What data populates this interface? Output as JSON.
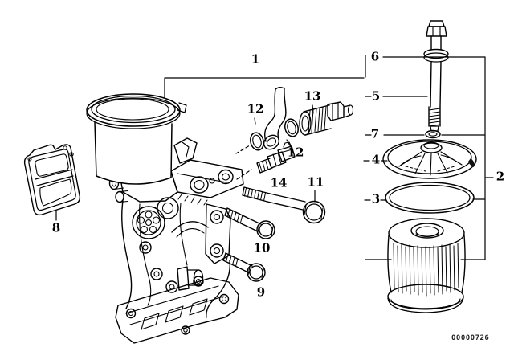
{
  "colors": {
    "background": "#ffffff",
    "line": "#000000"
  },
  "diagram": {
    "watermark": "00000726",
    "callouts": [
      {
        "label": "1"
      },
      {
        "label": "2"
      },
      {
        "label": "3"
      },
      {
        "label": "4"
      },
      {
        "label": "5"
      },
      {
        "label": "6"
      },
      {
        "label": "7"
      },
      {
        "label": "8"
      },
      {
        "label": "9"
      },
      {
        "label": "10"
      },
      {
        "label": "11"
      },
      {
        "label": "12"
      },
      {
        "label": "12"
      },
      {
        "label": "13"
      },
      {
        "label": "14"
      }
    ]
  }
}
